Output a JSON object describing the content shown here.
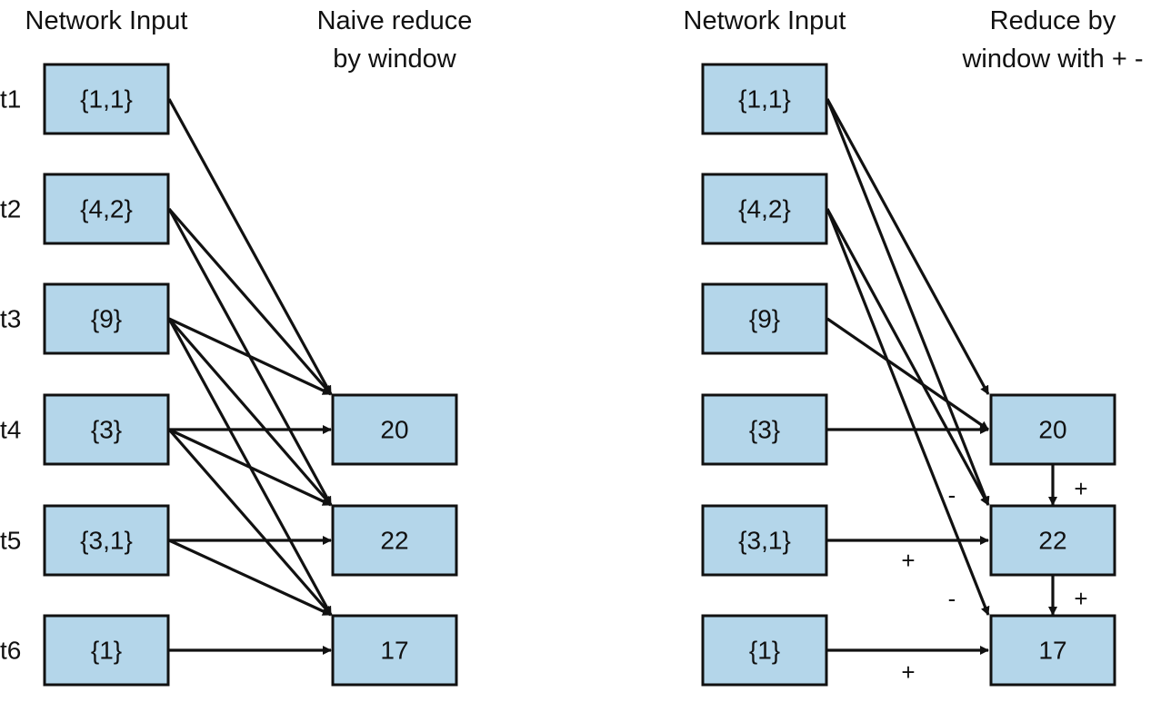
{
  "left_panel": {
    "header_input": "Network Input",
    "header_output": [
      "Naive reduce",
      "by window"
    ]
  },
  "right_panel": {
    "header_input": "Network Input",
    "header_output": [
      "Reduce by",
      "window with + -"
    ]
  },
  "time_labels": [
    "t1",
    "t2",
    "t3",
    "t4",
    "t5",
    "t6"
  ],
  "inputs": [
    "{1,1}",
    "{4,2}",
    "{9}",
    "{3}",
    "{3,1}",
    "{1}"
  ],
  "outputs": [
    "20",
    "22",
    "17"
  ],
  "signs": {
    "plus": "+",
    "minus": "-"
  }
}
